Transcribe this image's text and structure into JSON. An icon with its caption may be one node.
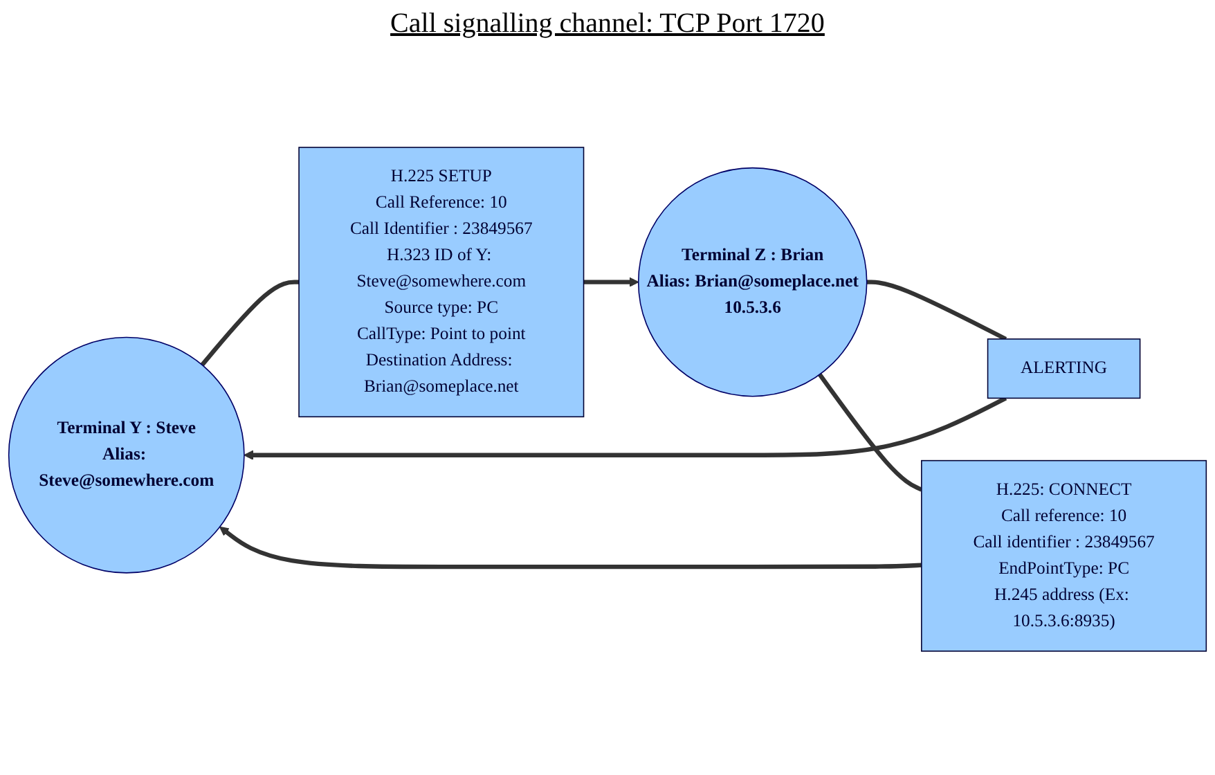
{
  "diagram": {
    "title": "Call signalling channel: TCP Port 1720",
    "nodes": [
      {
        "text": [
          "Terminal Y : Steve",
          "Alias: Steve@somewhere.com"
        ]
      },
      {
        "text": [
          "Terminal Z : Brian",
          "Alias: Brian@someplace.net",
          "10.5.3.6"
        ]
      },
      {
        "text": [
          "H.225 SETUP",
          "Call Reference: 10",
          "Call Identifier : 23849567",
          "H.323 ID of Y: Steve@somewhere.com",
          "Source type: PC",
          "CallType: Point to point",
          "Destination Address: Brian@someplace.net"
        ]
      },
      {
        "text": [
          "ALERTING"
        ]
      },
      {
        "text": [
          "H.225: CONNECT",
          "Call reference: 10",
          "Call identifier : 23849567",
          "EndPointType: PC",
          "H.245 address (Ex: 10.5.3.6:8935)"
        ]
      }
    ],
    "edges": [
      {
        "from": 0,
        "to": 2,
        "arrow": "none"
      },
      {
        "from": 2,
        "to": 1,
        "arrow": "to"
      },
      {
        "from": 1,
        "to": 3,
        "arrow": "none"
      },
      {
        "from": 3,
        "to": 0,
        "arrow": "to"
      },
      {
        "from": 1,
        "to": 4,
        "arrow": "none"
      },
      {
        "from": 4,
        "to": 0,
        "arrow": "to"
      }
    ]
  }
}
